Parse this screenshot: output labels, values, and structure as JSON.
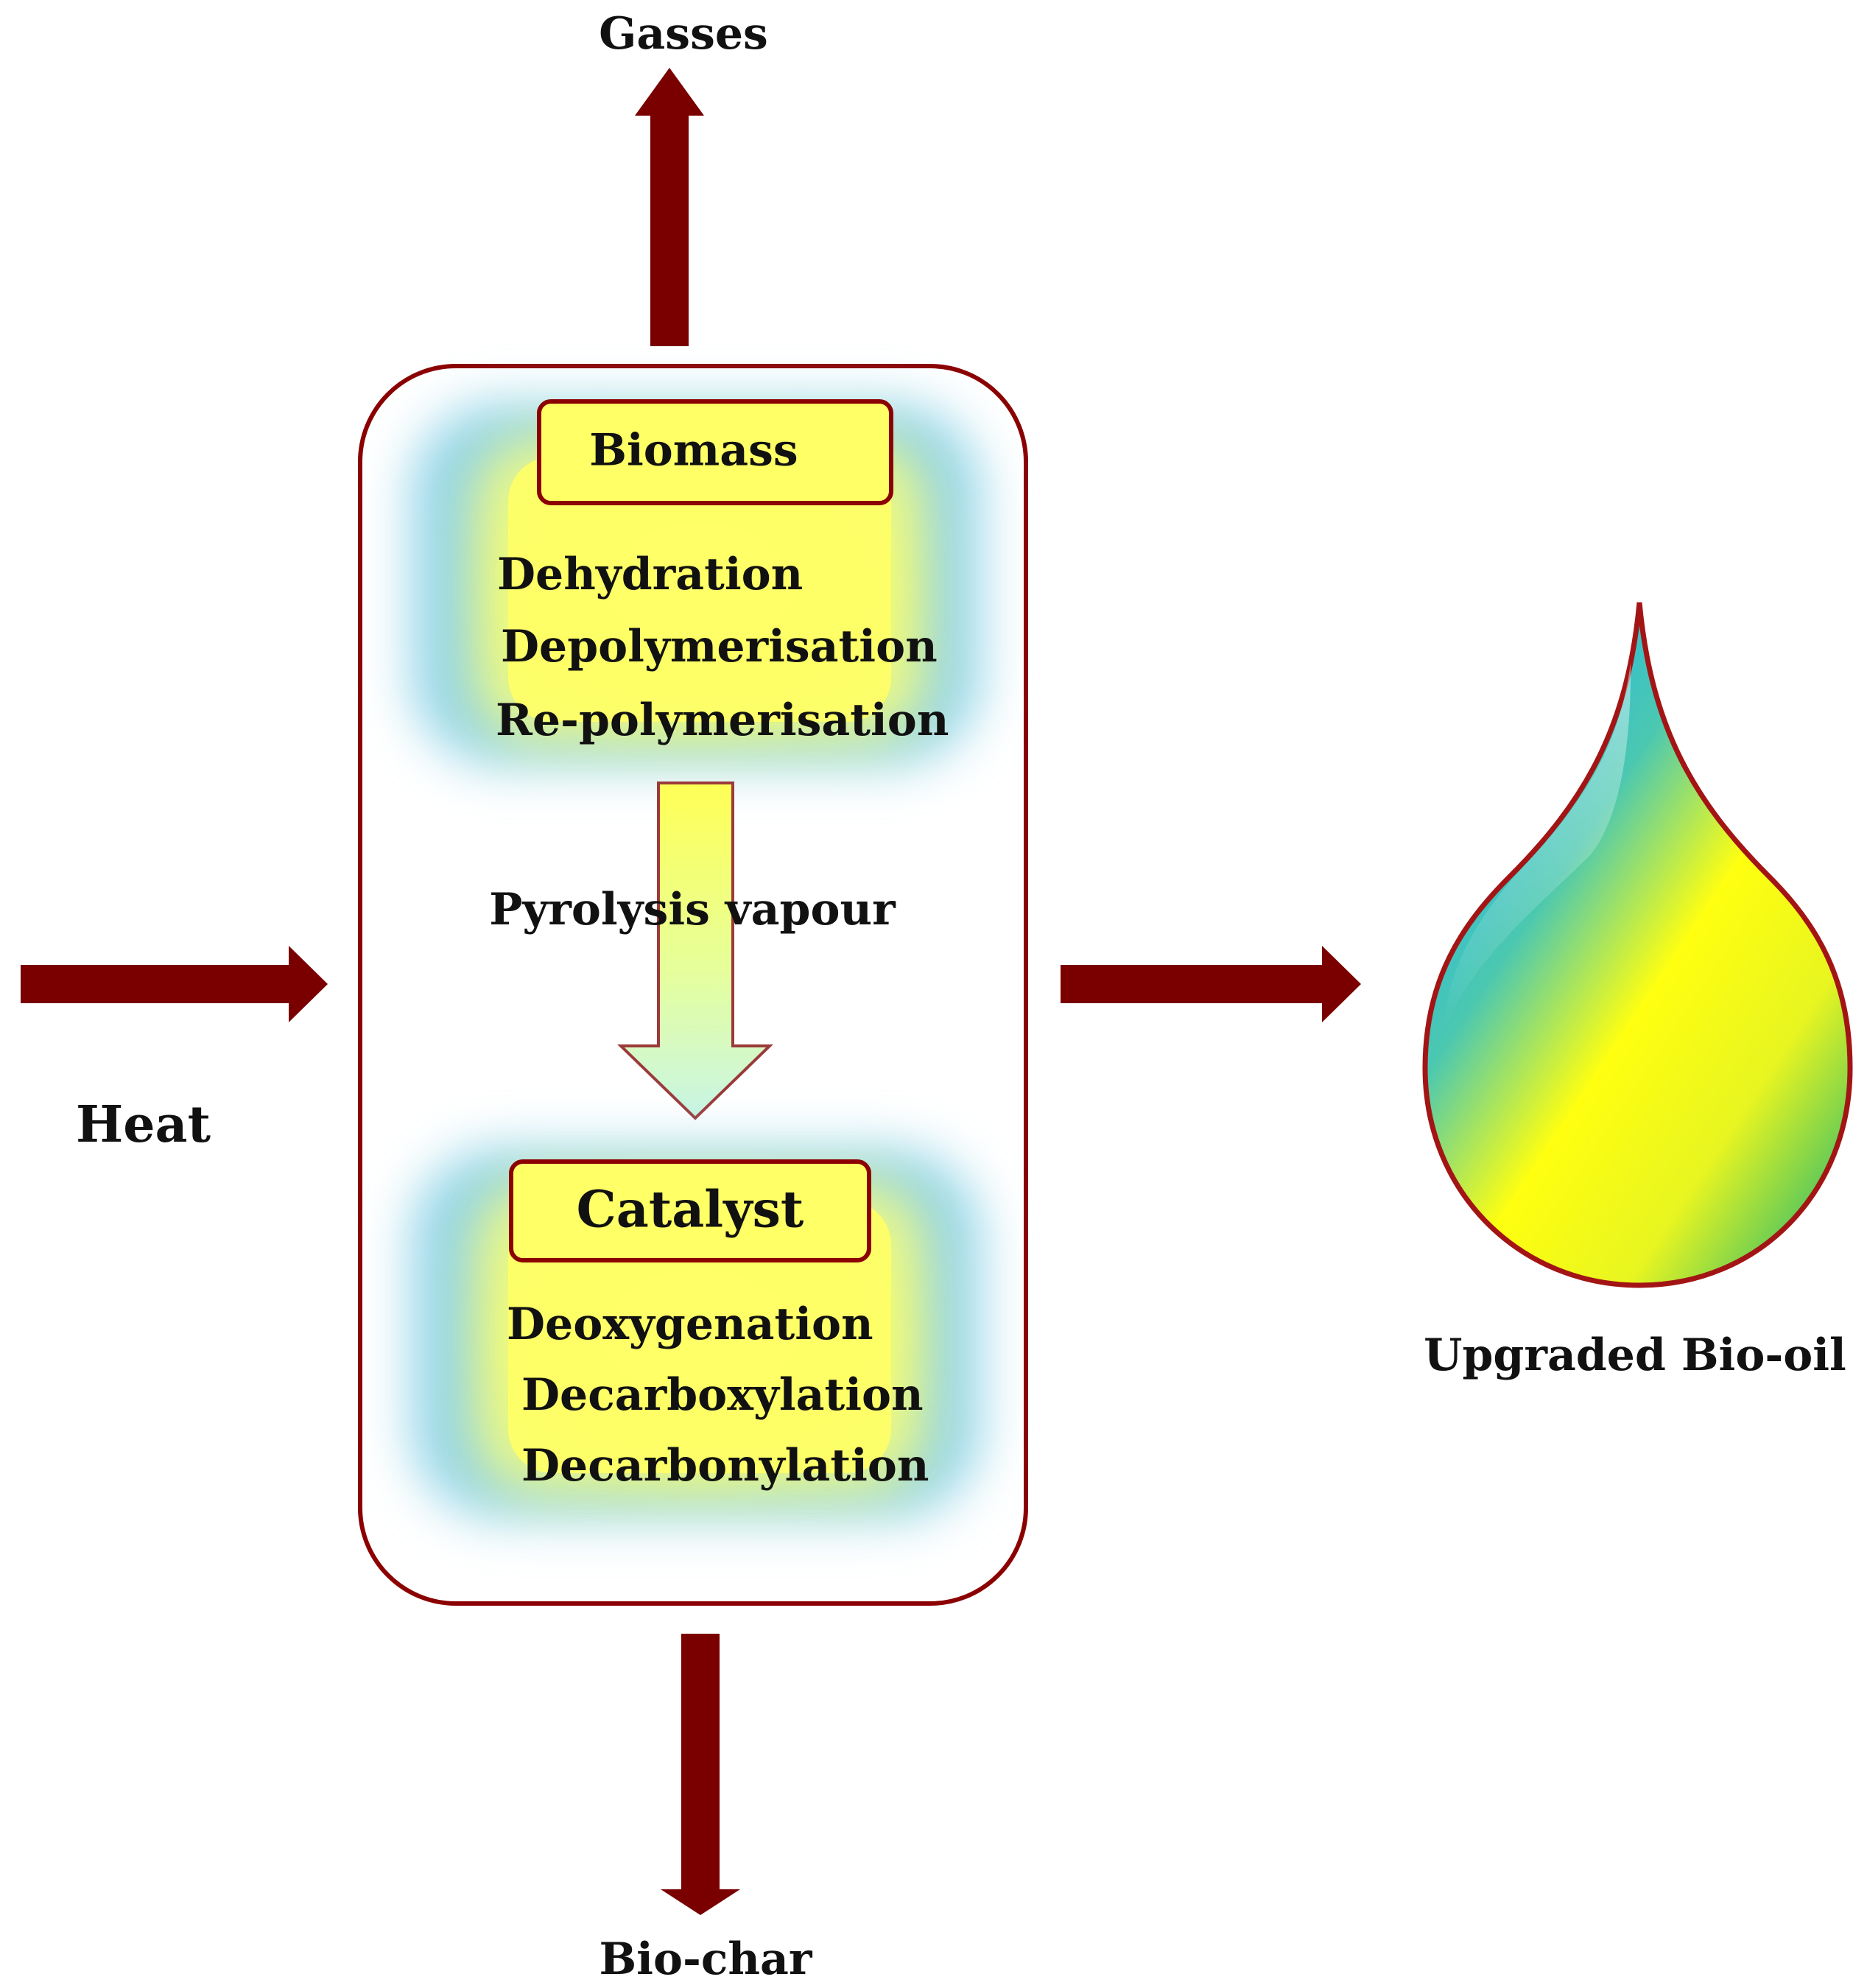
{
  "diagram": {
    "outputs": {
      "gasses": "Gasses",
      "biochar": "Bio-char",
      "product": "Upgraded Bio-oil"
    },
    "input": {
      "heat": "Heat"
    },
    "stage1": {
      "title": "Biomass",
      "processes": [
        "Dehydration",
        "Depolymerisation",
        "Re-polymerisation"
      ]
    },
    "transfer": {
      "label": "Pyrolysis vapour"
    },
    "stage2": {
      "title": "Catalyst",
      "processes": [
        "Deoxygenation",
        "Decarboxylation",
        "Decarbonylation"
      ]
    }
  },
  "colors": {
    "arrow": "#7a0000",
    "border": "#8b0000",
    "panel_core": "#ffff66",
    "panel_glow": "#8fd3e8",
    "drop_top": "#29b6e6",
    "drop_mid": "#ffff00",
    "drop_bottom": "#7acb4a"
  }
}
